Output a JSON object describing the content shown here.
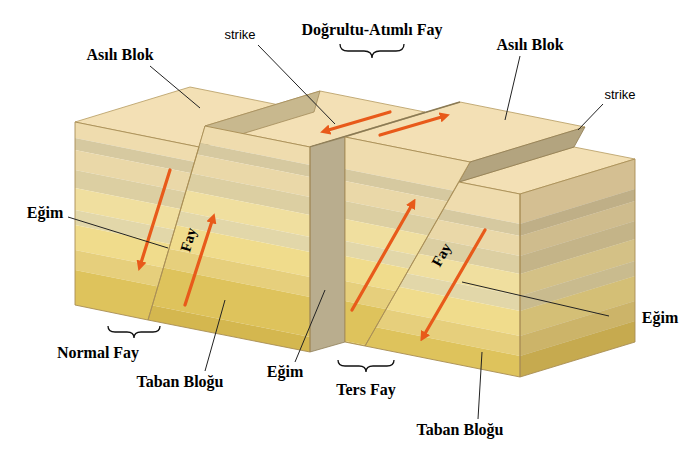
{
  "diagram": {
    "labels": [
      "Asılı Blok",
      "strike",
      "Doğrultu-Atımlı Fay",
      "Asılı Blok",
      "strike",
      "Eğim",
      "Fay",
      "Normal Fay",
      "Taban Bloğu",
      "Eğim",
      "Ters Fay",
      "Fay",
      "Eğim",
      "Taban Bloğu"
    ]
  }
}
